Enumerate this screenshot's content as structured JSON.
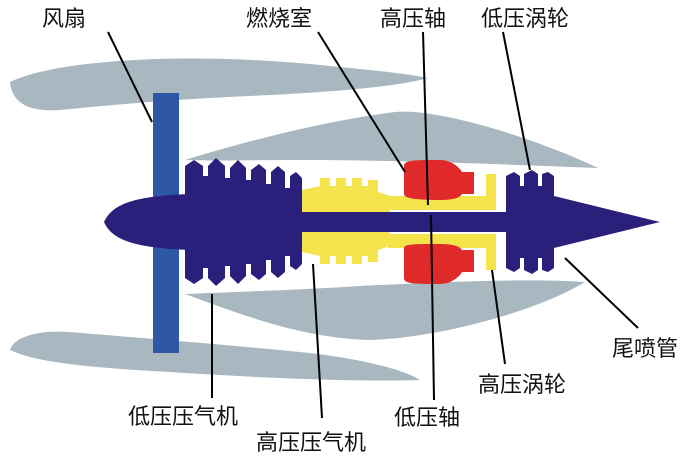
{
  "labels": {
    "fan": "风扇",
    "combustor": "燃烧室",
    "hp_shaft": "高压轴",
    "lp_turbine": "低压涡轮",
    "nozzle": "尾喷管",
    "hp_turbine": "高压涡轮",
    "lp_shaft": "低压轴",
    "lp_compressor": "低压压气机",
    "hp_compressor": "高压压气机"
  },
  "colors": {
    "nacelle": "#a9b8c0",
    "core_cowl": "#a9b8c0",
    "fan_blade": "#2e57a4",
    "spool": "#2a1f7a",
    "hp_spool": "#f5e34c",
    "combustor": "#e02a2a",
    "shaft": "#2a1f7a"
  }
}
